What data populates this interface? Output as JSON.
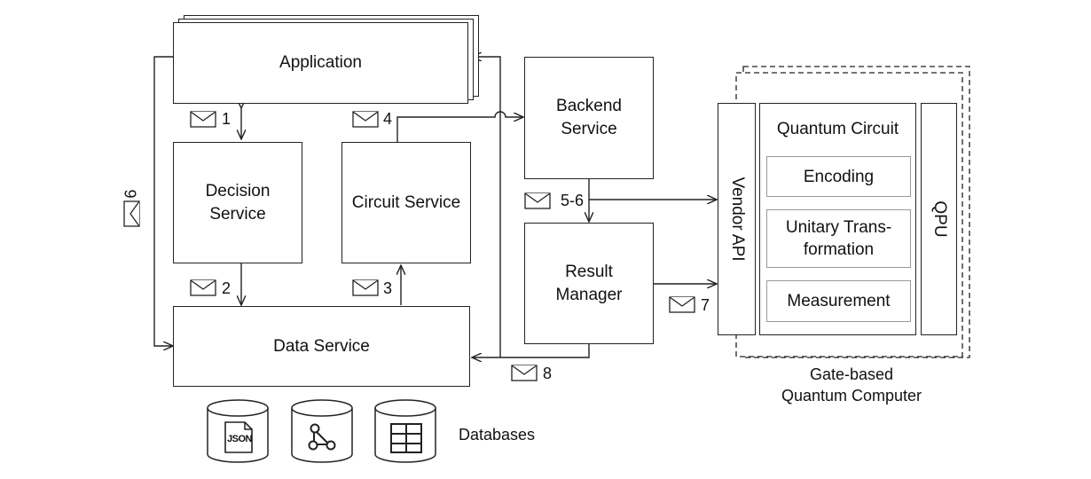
{
  "components": {
    "application": "Application",
    "decision_service": [
      "Decision",
      "Service"
    ],
    "circuit_service": "Circuit Service",
    "data_service": "Data Service",
    "backend_service": [
      "Backend",
      "Service"
    ],
    "result_manager": [
      "Result",
      "Manager"
    ],
    "vendor_api": "Vendor API",
    "qpu": "QPU",
    "quantum_circuit": "Quantum Circuit",
    "encoding": "Encoding",
    "unitary_transformation": [
      "Unitary Trans-",
      "formation"
    ],
    "measurement": "Measurement",
    "quantum_computer": [
      "Gate-based",
      "Quantum Computer"
    ]
  },
  "databases": {
    "label": "Databases",
    "json_icon_text": "JSON",
    "icons": [
      "json-document-icon",
      "graph-icon",
      "table-grid-icon"
    ]
  },
  "messages": [
    "1",
    "2",
    "3",
    "4",
    "5-6",
    "7",
    "8",
    "9"
  ],
  "icon_names": {
    "message": "envelope-icon"
  }
}
